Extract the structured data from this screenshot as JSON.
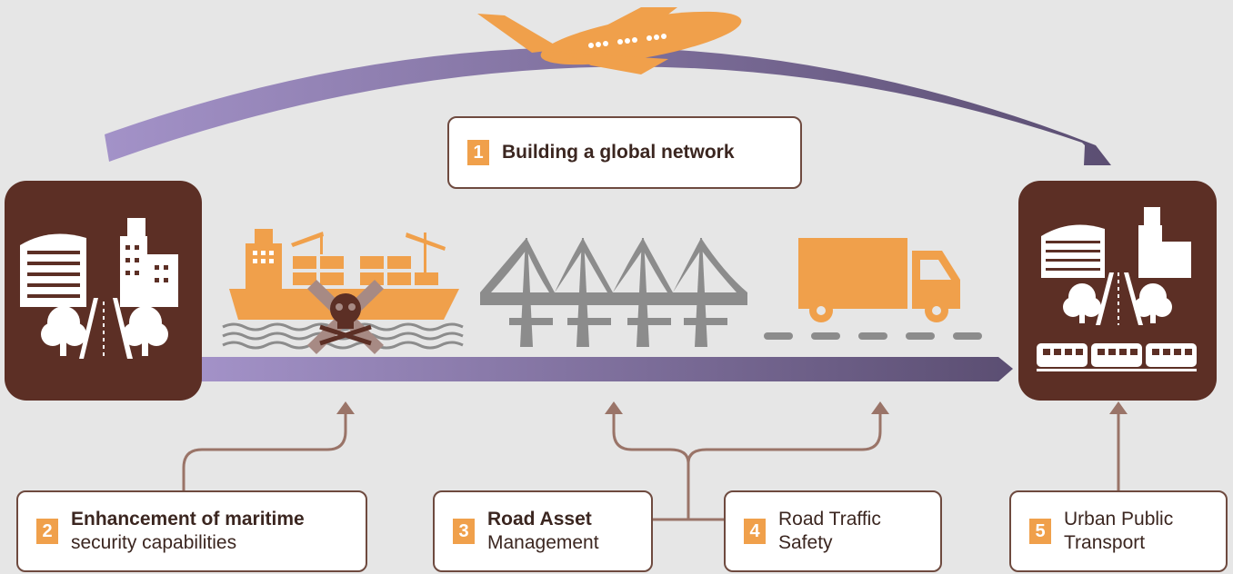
{
  "colors": {
    "background": "#e6e6e6",
    "accent_orange": "#f0a04b",
    "dark_brown": "#5c2f25",
    "arrow_purple_start": "#a392c8",
    "arrow_purple_end": "#5b4e72",
    "gray_bridge": "#8c8c8c",
    "connector": "#9a7468"
  },
  "icons": {
    "airplane": "airplane-icon",
    "city_left": "city-buildings-icon",
    "city_right": "city-buildings-train-icon",
    "ship": "cargo-ship-icon",
    "pirate": "pirate-skull-icon",
    "bridge": "suspension-bridge-icon",
    "truck": "truck-icon"
  },
  "labels": {
    "global": {
      "number": "1",
      "text": "Building a global network"
    },
    "maritime": {
      "number": "2",
      "line1": "Enhancement of maritime",
      "line2": "security capabilities"
    },
    "road_asset": {
      "number": "3",
      "line1": "Road Asset",
      "line2": "Management"
    },
    "road_safety": {
      "number": "4",
      "line1": "Road Traffic",
      "line2": "Safety"
    },
    "urban": {
      "number": "5",
      "line1": "Urban Public",
      "line2": "Transport"
    }
  }
}
